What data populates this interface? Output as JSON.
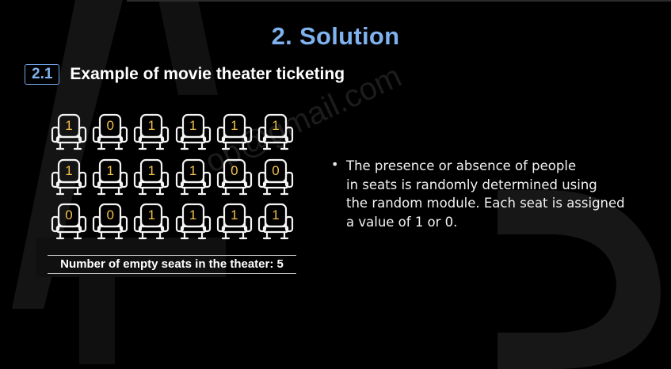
{
  "slide": {
    "title": "2. Solution",
    "section": {
      "number": "2.1",
      "heading": "Example of movie theater ticketing"
    }
  },
  "watermark": {
    "text": "op@gmail.com"
  },
  "theater": {
    "seat_icon": "theater-seat-icon",
    "rows": [
      [
        "1",
        "0",
        "1",
        "1",
        "1",
        "1"
      ],
      [
        "1",
        "1",
        "1",
        "1",
        "0",
        "0"
      ],
      [
        "0",
        "0",
        "1",
        "1",
        "1",
        "1"
      ]
    ],
    "empty_seats_label": "Number of empty seats in the theater: 5"
  },
  "description": {
    "bullet": "•",
    "lines": [
      "The presence or absence of people",
      "in seats is randomly determined using",
      "the random module. Each seat is assigned",
      "a value of 1 or 0."
    ]
  },
  "colors": {
    "background": "#000000",
    "title": "#7fb2ef",
    "seat_value": "#f2c04a",
    "text": "#ffffff"
  }
}
